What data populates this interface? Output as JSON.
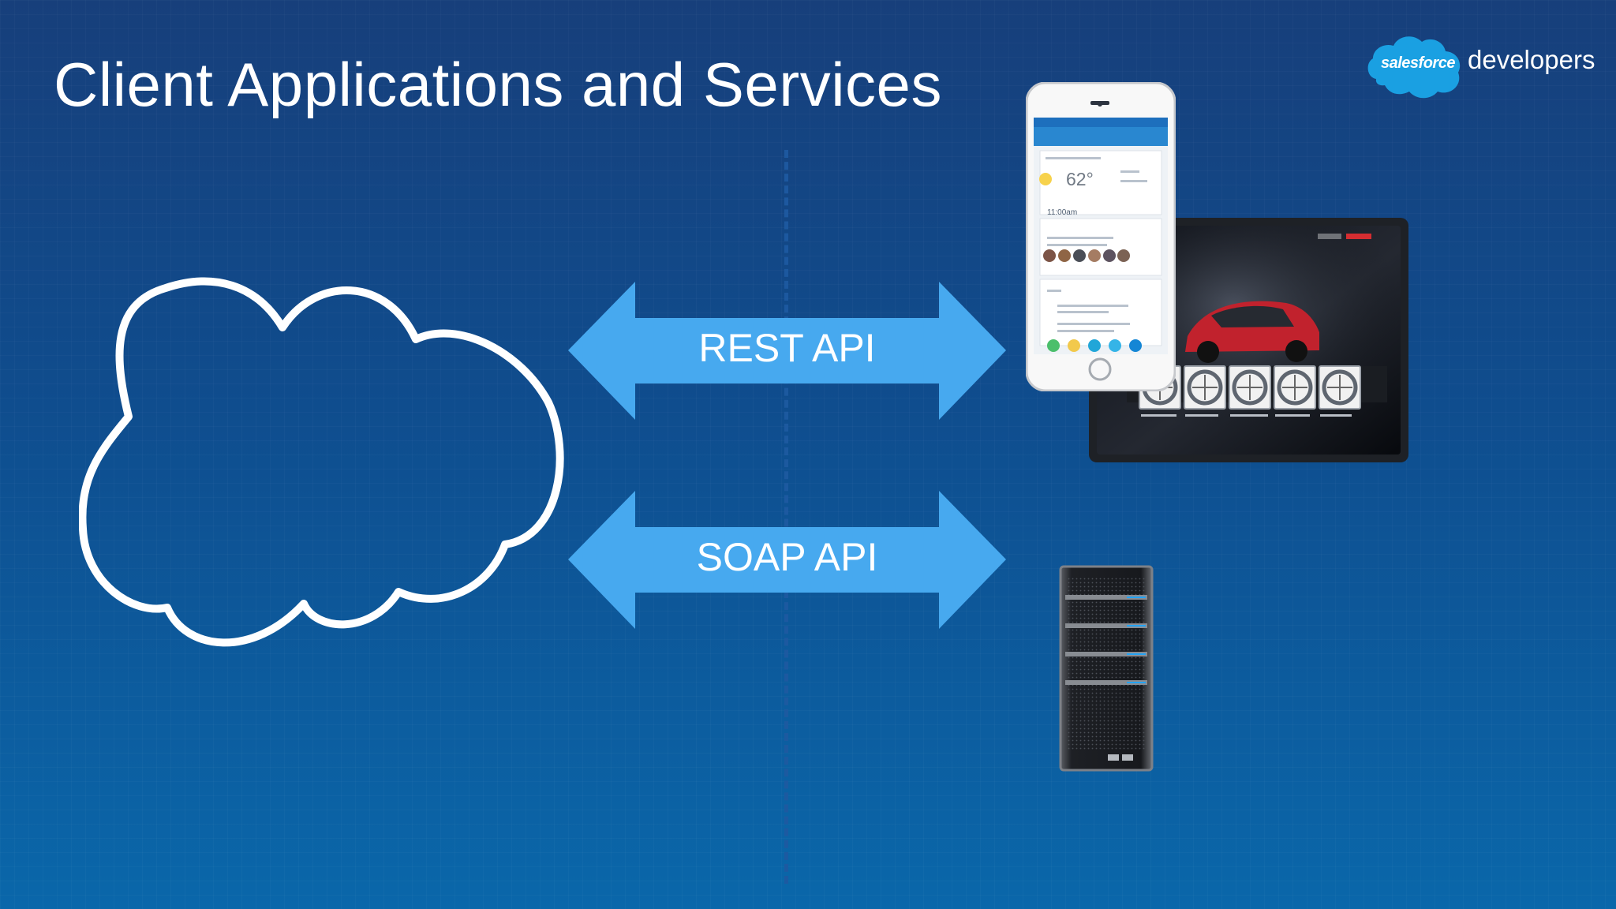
{
  "slide": {
    "title": "Client Applications and Services"
  },
  "brand": {
    "cloud_text": "salesforce",
    "suffix": "developers",
    "cloud_color": "#1aa0e2"
  },
  "connections": [
    {
      "label": "REST API"
    },
    {
      "label": "SOAP API"
    }
  ],
  "device_screen": {
    "temperature": "62°",
    "time": "11:00am"
  },
  "colors": {
    "background_top": "#173f7b",
    "background_bottom": "#0a67aa",
    "arrow": "#47a9ef",
    "cloud_outline": "#ffffff",
    "divider": "#1e5aa0"
  },
  "icons": {
    "cloud": "cloud-outline-icon",
    "smartphone": "smartphone-icon",
    "tablet": "tablet-icon",
    "server": "server-icon"
  }
}
